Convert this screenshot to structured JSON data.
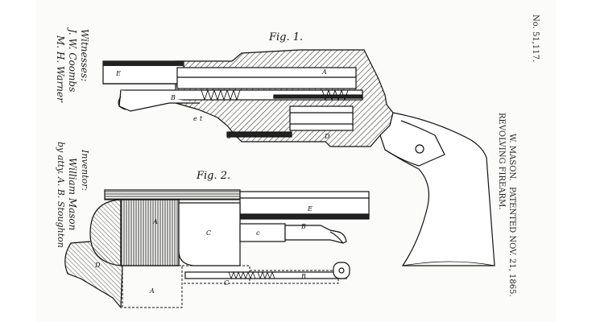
{
  "patent": {
    "number": "No. 51,117.",
    "inventor_name": "W. MASON.",
    "title": "REVOLVING FIREARM.",
    "date": "PATENTED NOV. 21, 1865."
  },
  "figures": {
    "fig1_label": "Fig. 1.",
    "fig2_label": "Fig. 2."
  },
  "signatures": {
    "witnesses_label": "Witnesses:",
    "witness_1": "J. W. Coombs",
    "witness_2": "M. H. Warner",
    "inventor_label": "Inventor:",
    "inventor_signature": "William Mason",
    "attorney": "by atty. A. B. Stoughton"
  },
  "part_letters": {
    "fig1": [
      "E",
      "A",
      "B",
      "e",
      "t",
      "a",
      "D"
    ],
    "fig2": [
      "A",
      "C",
      "c",
      "E",
      "B",
      "D",
      "A",
      "B",
      "C"
    ]
  }
}
